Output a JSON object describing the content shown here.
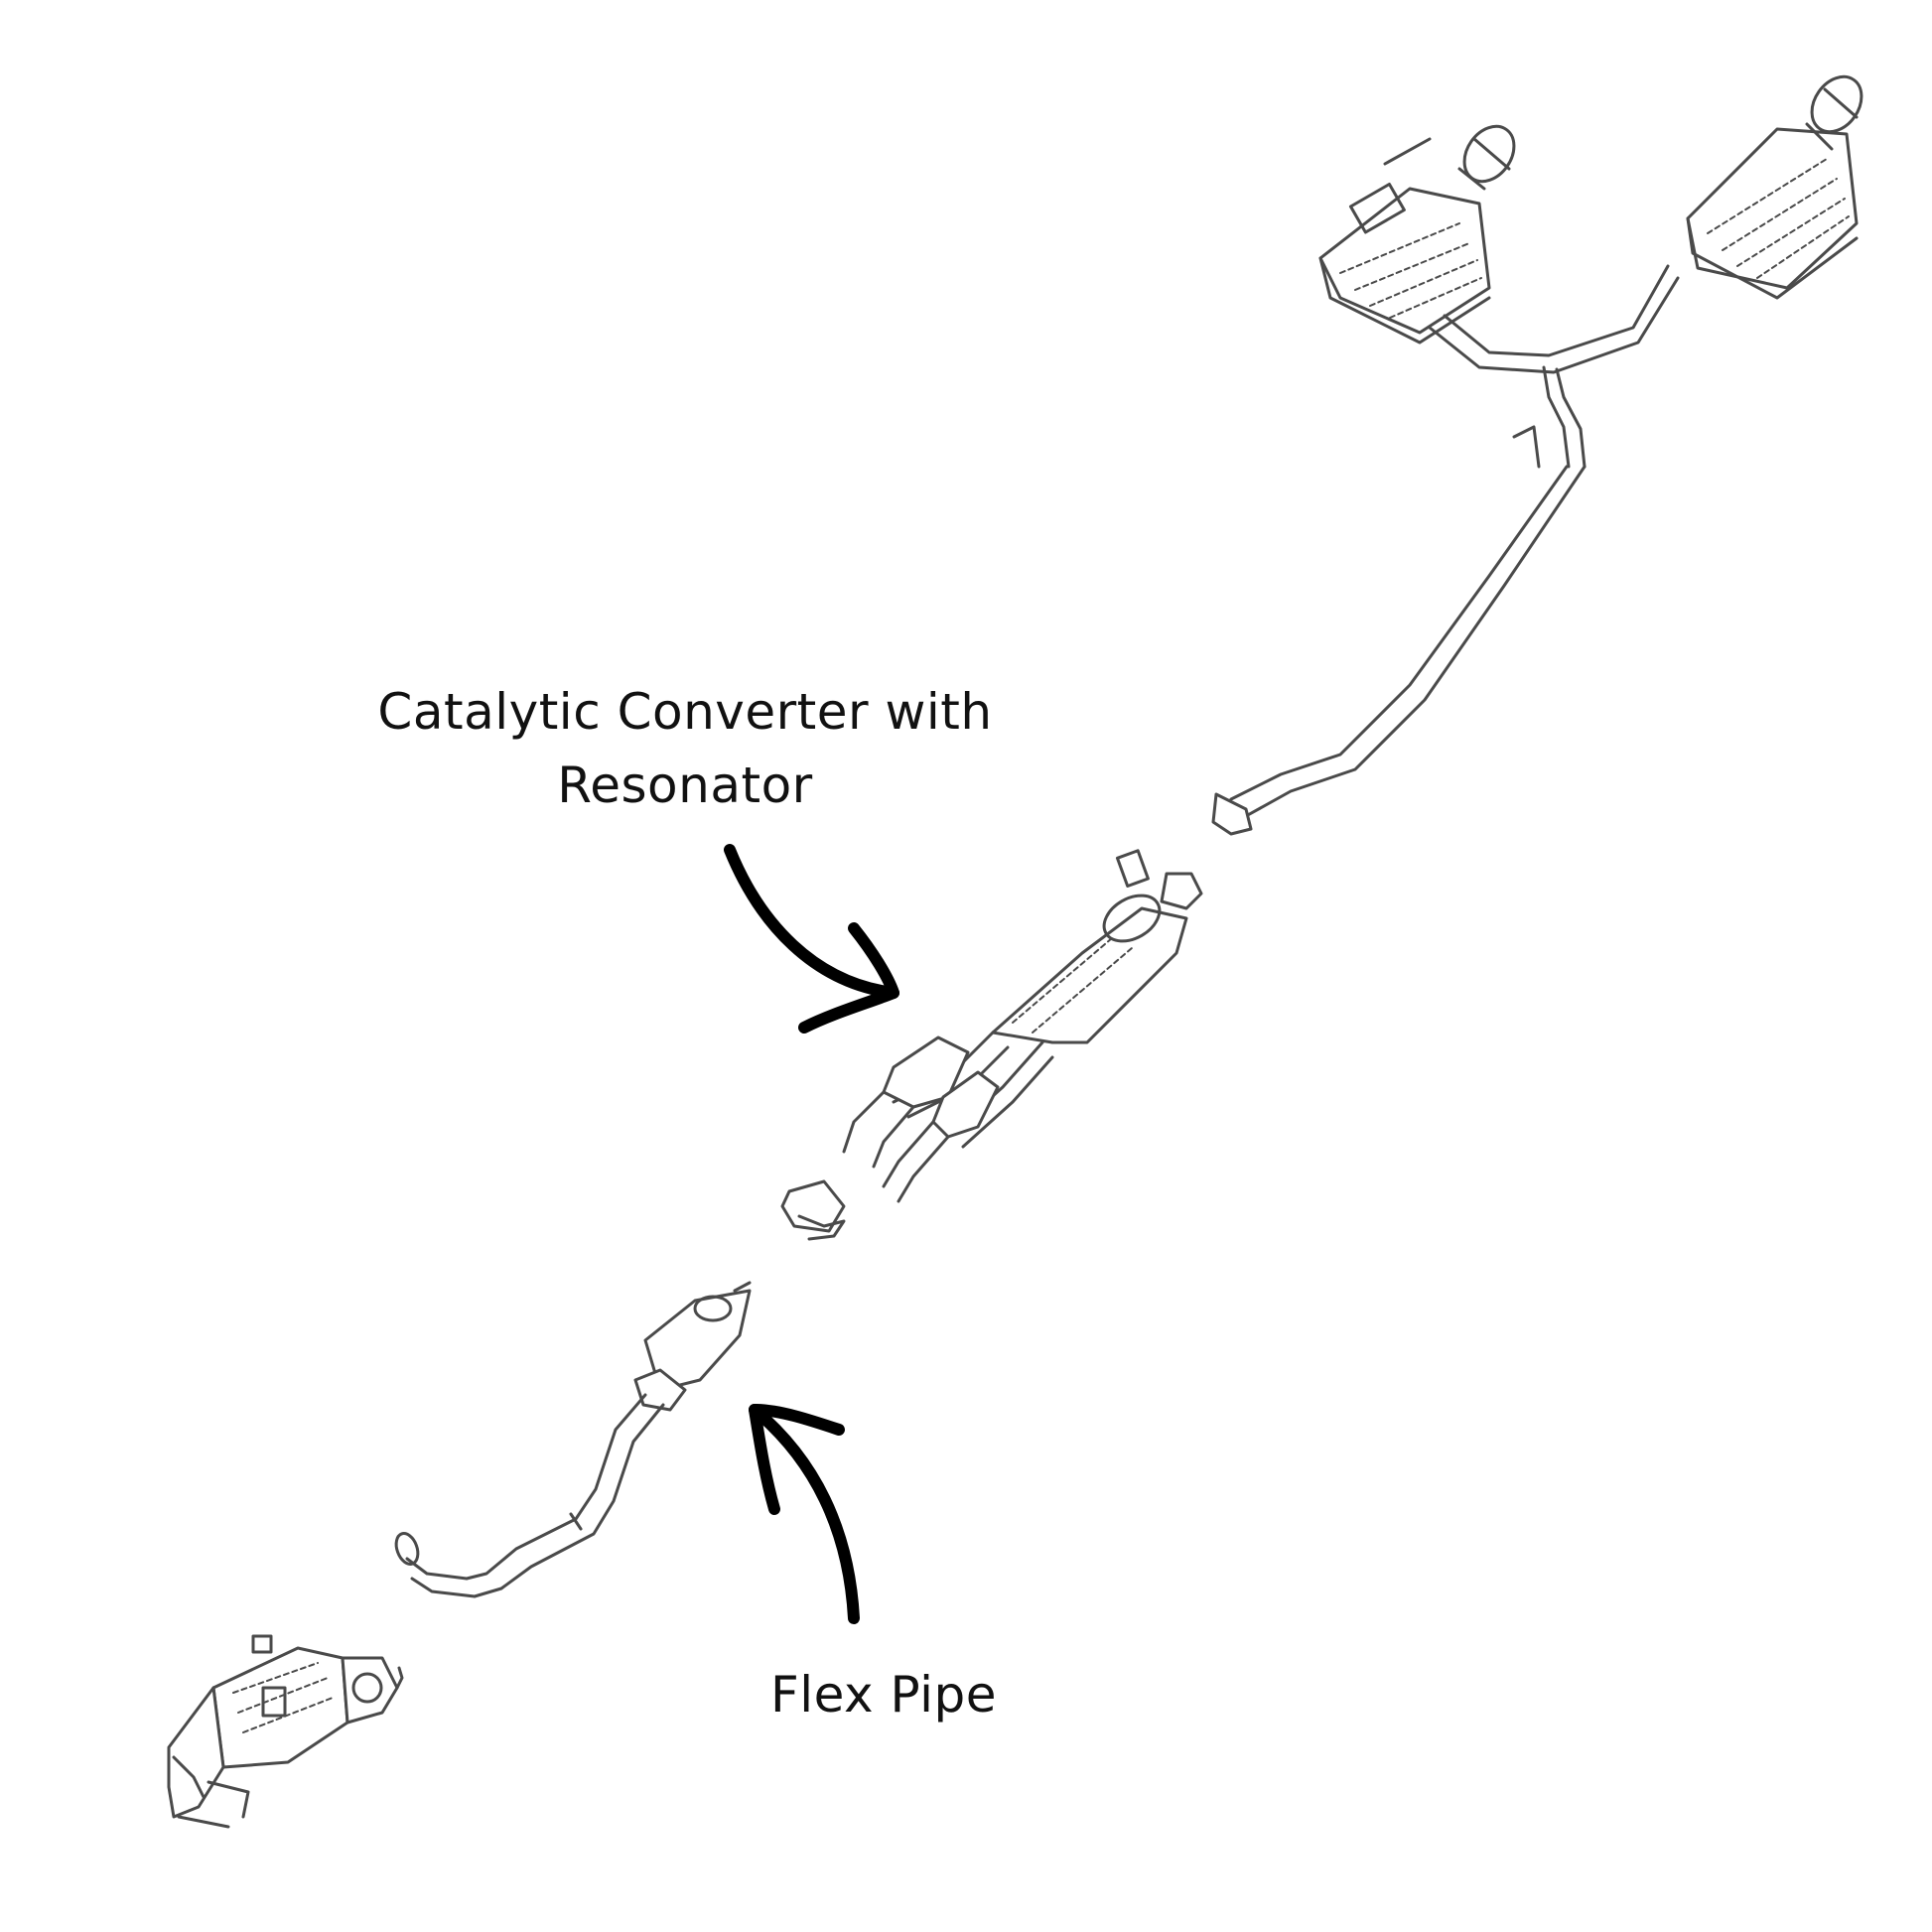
{
  "labels": {
    "catalytic_converter": {
      "line1": "Catalytic Converter with",
      "line2": "Resonator"
    },
    "flex_pipe": "Flex Pipe"
  },
  "colors": {
    "background": "#ffffff",
    "text": "#111111",
    "line_art": "#4a4a4a",
    "arrow": "#000000"
  },
  "icons": {
    "arrow_to_catalytic_converter": "curved-arrow-icon",
    "arrow_to_flex_pipe": "curved-arrow-icon"
  }
}
